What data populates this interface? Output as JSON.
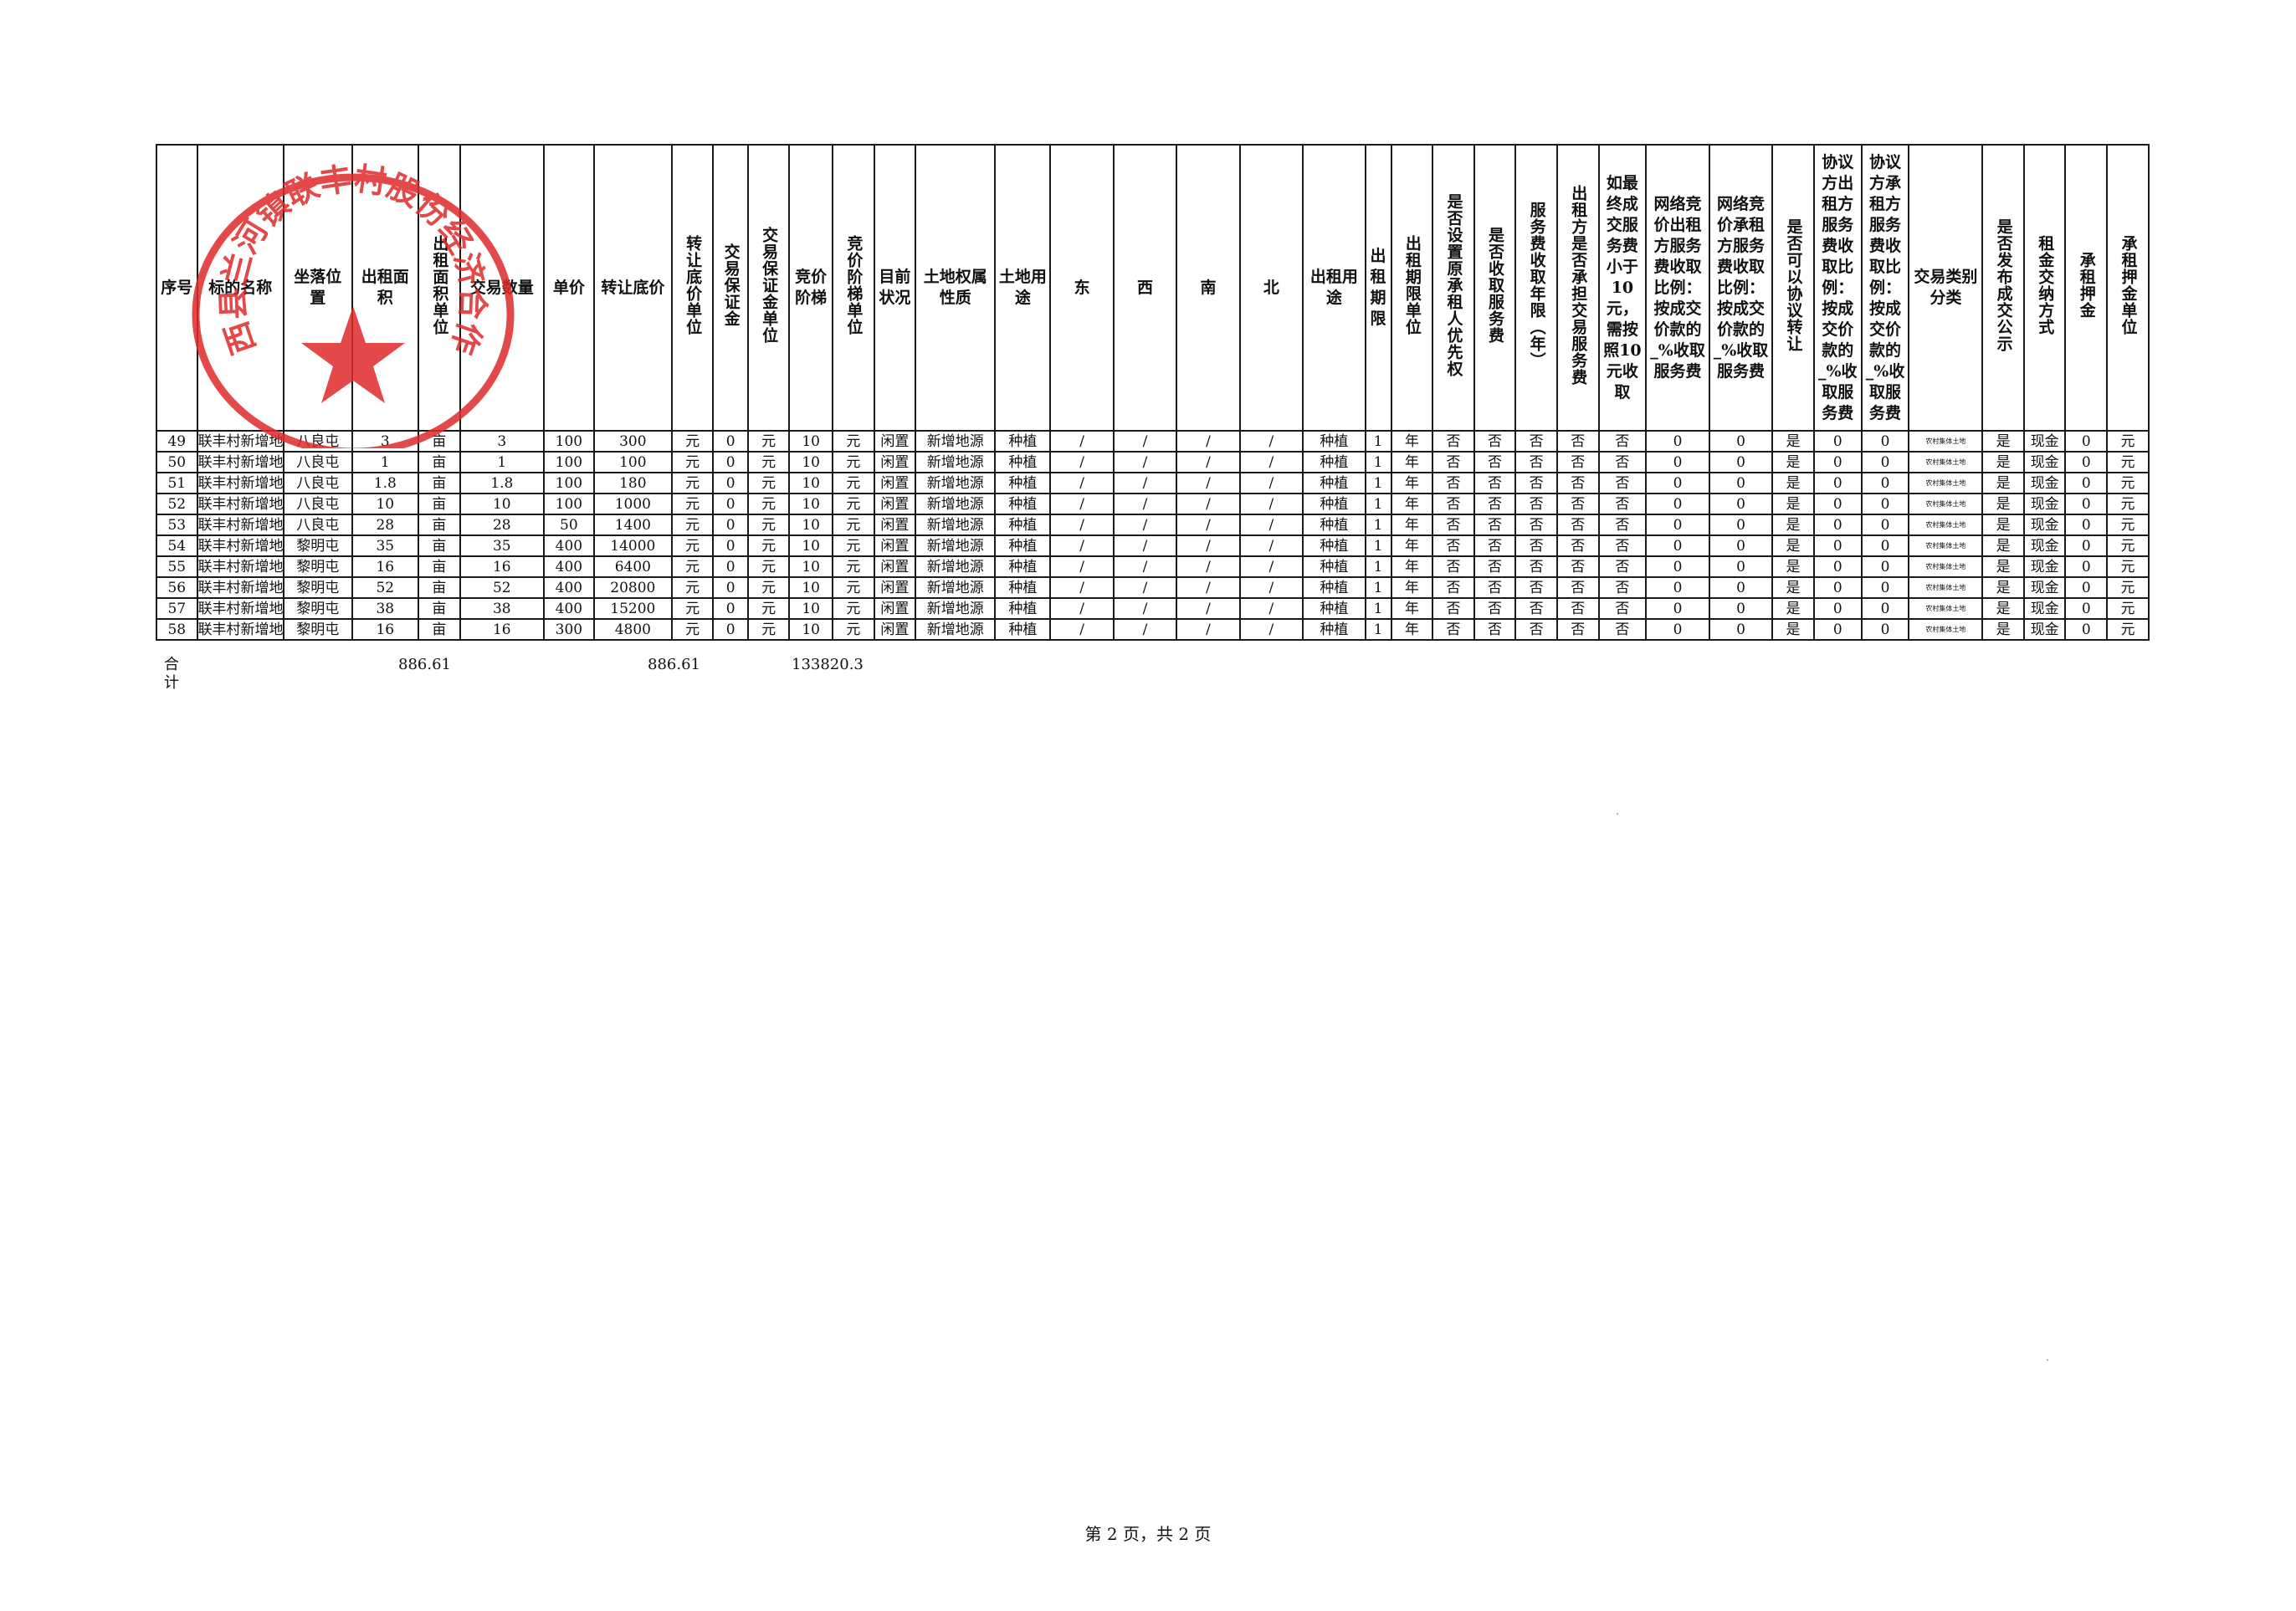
{
  "table": {
    "headers": [
      "序号",
      "标的名称",
      "坐落位置",
      "出租面积",
      "出租面积单位",
      "交易数量",
      "单价",
      "转让底价",
      "转让底价单位",
      "交易保证金",
      "交易保证金单位",
      "竞价阶梯",
      "竞价阶梯单位",
      "目前状况",
      "土地权属性质",
      "土地用途",
      "东",
      "西",
      "南",
      "北",
      "出租用途",
      "出租期限",
      "出租期限单位",
      "是否设置原承租人优先权",
      "是否收取服务费",
      "服务费收取年限（年）",
      "出租方是否承担交易服务费",
      "如最终成交服务费小于10元，需按照10元收取",
      "网络竞价出租方服务费收取比例：按成交价款的_%收取服务费",
      "网络竞价承租方服务费收取比例：按成交价款的_%收取服务费",
      "是否可以协议转让",
      "协议方出租方服务费收取比例：按成交价款的_%收取服务费",
      "协议方承租方服务费收取比例：按成交价款的_%收取服务费",
      "交易类别分类",
      "是否发布成交公示",
      "租金交纳方式",
      "承租押金",
      "承租押金单位"
    ],
    "rows": [
      [
        "49",
        "联丰村新增地",
        "八良屯",
        "3",
        "亩",
        "3",
        "100",
        "300",
        "元",
        "0",
        "元",
        "10",
        "元",
        "闲置",
        "新增地源",
        "种植",
        "/",
        "/",
        "/",
        "/",
        "种植",
        "1",
        "年",
        "否",
        "否",
        "否",
        "否",
        "否",
        "0",
        "0",
        "是",
        "0",
        "0",
        "农村集体土地",
        "是",
        "现金",
        "0",
        "元"
      ],
      [
        "50",
        "联丰村新增地",
        "八良屯",
        "1",
        "亩",
        "1",
        "100",
        "100",
        "元",
        "0",
        "元",
        "10",
        "元",
        "闲置",
        "新增地源",
        "种植",
        "/",
        "/",
        "/",
        "/",
        "种植",
        "1",
        "年",
        "否",
        "否",
        "否",
        "否",
        "否",
        "0",
        "0",
        "是",
        "0",
        "0",
        "农村集体土地",
        "是",
        "现金",
        "0",
        "元"
      ],
      [
        "51",
        "联丰村新增地",
        "八良屯",
        "1.8",
        "亩",
        "1.8",
        "100",
        "180",
        "元",
        "0",
        "元",
        "10",
        "元",
        "闲置",
        "新增地源",
        "种植",
        "/",
        "/",
        "/",
        "/",
        "种植",
        "1",
        "年",
        "否",
        "否",
        "否",
        "否",
        "否",
        "0",
        "0",
        "是",
        "0",
        "0",
        "农村集体土地",
        "是",
        "现金",
        "0",
        "元"
      ],
      [
        "52",
        "联丰村新增地",
        "八良屯",
        "10",
        "亩",
        "10",
        "100",
        "1000",
        "元",
        "0",
        "元",
        "10",
        "元",
        "闲置",
        "新增地源",
        "种植",
        "/",
        "/",
        "/",
        "/",
        "种植",
        "1",
        "年",
        "否",
        "否",
        "否",
        "否",
        "否",
        "0",
        "0",
        "是",
        "0",
        "0",
        "农村集体土地",
        "是",
        "现金",
        "0",
        "元"
      ],
      [
        "53",
        "联丰村新增地",
        "八良屯",
        "28",
        "亩",
        "28",
        "50",
        "1400",
        "元",
        "0",
        "元",
        "10",
        "元",
        "闲置",
        "新增地源",
        "种植",
        "/",
        "/",
        "/",
        "/",
        "种植",
        "1",
        "年",
        "否",
        "否",
        "否",
        "否",
        "否",
        "0",
        "0",
        "是",
        "0",
        "0",
        "农村集体土地",
        "是",
        "现金",
        "0",
        "元"
      ],
      [
        "54",
        "联丰村新增地",
        "黎明屯",
        "35",
        "亩",
        "35",
        "400",
        "14000",
        "元",
        "0",
        "元",
        "10",
        "元",
        "闲置",
        "新增地源",
        "种植",
        "/",
        "/",
        "/",
        "/",
        "种植",
        "1",
        "年",
        "否",
        "否",
        "否",
        "否",
        "否",
        "0",
        "0",
        "是",
        "0",
        "0",
        "农村集体土地",
        "是",
        "现金",
        "0",
        "元"
      ],
      [
        "55",
        "联丰村新增地",
        "黎明屯",
        "16",
        "亩",
        "16",
        "400",
        "6400",
        "元",
        "0",
        "元",
        "10",
        "元",
        "闲置",
        "新增地源",
        "种植",
        "/",
        "/",
        "/",
        "/",
        "种植",
        "1",
        "年",
        "否",
        "否",
        "否",
        "否",
        "否",
        "0",
        "0",
        "是",
        "0",
        "0",
        "农村集体土地",
        "是",
        "现金",
        "0",
        "元"
      ],
      [
        "56",
        "联丰村新增地",
        "黎明屯",
        "52",
        "亩",
        "52",
        "400",
        "20800",
        "元",
        "0",
        "元",
        "10",
        "元",
        "闲置",
        "新增地源",
        "种植",
        "/",
        "/",
        "/",
        "/",
        "种植",
        "1",
        "年",
        "否",
        "否",
        "否",
        "否",
        "否",
        "0",
        "0",
        "是",
        "0",
        "0",
        "农村集体土地",
        "是",
        "现金",
        "0",
        "元"
      ],
      [
        "57",
        "联丰村新增地",
        "黎明屯",
        "38",
        "亩",
        "38",
        "400",
        "15200",
        "元",
        "0",
        "元",
        "10",
        "元",
        "闲置",
        "新增地源",
        "种植",
        "/",
        "/",
        "/",
        "/",
        "种植",
        "1",
        "年",
        "否",
        "否",
        "否",
        "否",
        "否",
        "0",
        "0",
        "是",
        "0",
        "0",
        "农村集体土地",
        "是",
        "现金",
        "0",
        "元"
      ],
      [
        "58",
        "联丰村新增地",
        "黎明屯",
        "16",
        "亩",
        "16",
        "300",
        "4800",
        "元",
        "0",
        "元",
        "10",
        "元",
        "闲置",
        "新增地源",
        "种植",
        "/",
        "/",
        "/",
        "/",
        "种植",
        "1",
        "年",
        "否",
        "否",
        "否",
        "否",
        "否",
        "0",
        "0",
        "是",
        "0",
        "0",
        "农村集体土地",
        "是",
        "现金",
        "0",
        "元"
      ]
    ]
  },
  "totals": {
    "label": "合计",
    "area": "886.61",
    "quantity": "886.61",
    "price": "133820.3"
  },
  "footer": {
    "page_text": "第 2 页，共 2 页"
  },
  "seal": {
    "text": "兰西县兰河镇联丰村股份经济合作社",
    "color": "#e02a2a"
  }
}
